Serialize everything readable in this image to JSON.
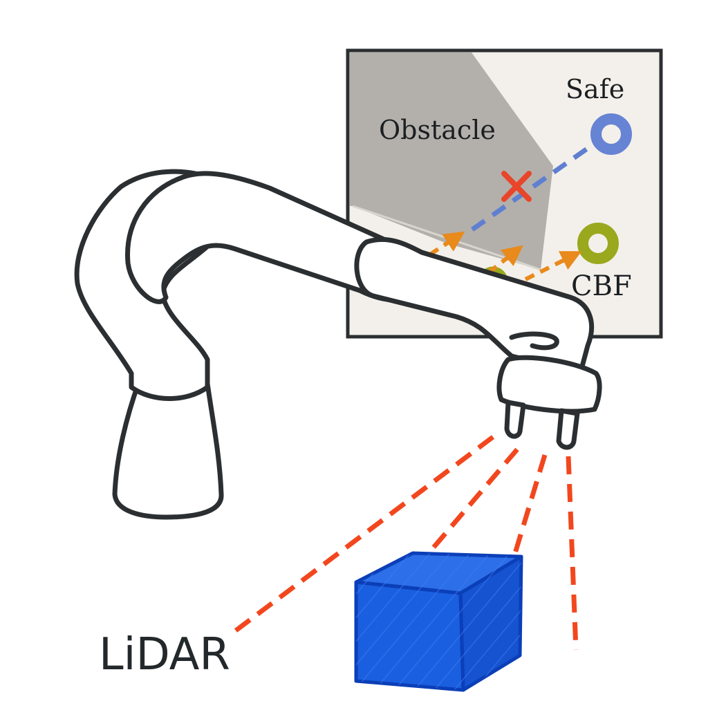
{
  "inset": {
    "obstacle_label": "Obstacle",
    "safe_label": "Safe",
    "cbf_label": "CBF"
  },
  "sensor_label": "LiDAR",
  "colors": {
    "outline": "#2b2f31",
    "panel_bg": "#f3f0eb",
    "obstacle_fill": "#b3b0ab",
    "safe_path": "#5f7fd0",
    "safe_marker": "#6783d4",
    "cbf_path": "#e88a1c",
    "cbf_marker": "#9aa81e",
    "collision_x": "#e8452a",
    "lidar_ray": "#f2471e",
    "cube_fill": "#1a5fe0",
    "cube_edge": "#0b3fb8"
  },
  "icons": [
    "robot-arm-icon",
    "collision-x-icon",
    "target-ring-icon",
    "box-icon"
  ]
}
